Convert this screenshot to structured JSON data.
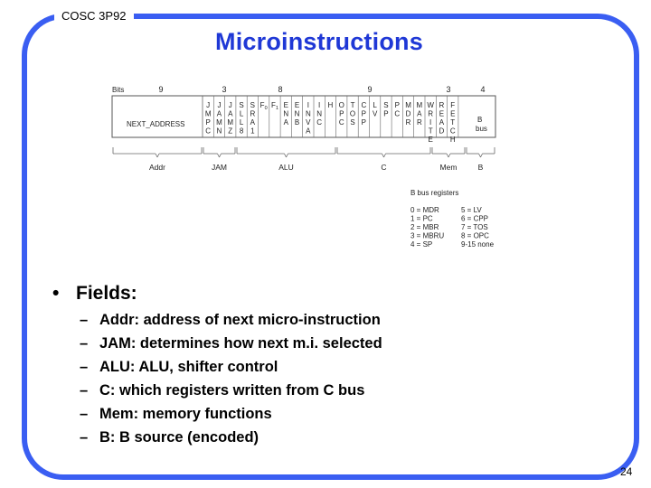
{
  "header": {
    "course": "COSC 3P92",
    "title": "Microinstructions"
  },
  "figure": {
    "bits_label": "Bits",
    "widths": [
      {
        "label": "9"
      },
      {
        "label": "3"
      },
      {
        "label": "8"
      },
      {
        "label": "9"
      },
      {
        "label": "3"
      },
      {
        "label": "4"
      }
    ],
    "field_box_label": "NEXT_ADDRESS",
    "columns": [
      {
        "label": "J M P C"
      },
      {
        "label": "J A M N"
      },
      {
        "label": "J A M Z"
      },
      {
        "label": "S L L 8"
      },
      {
        "label": "S R A 1"
      },
      {
        "label": "F0"
      },
      {
        "label": "F1"
      },
      {
        "label": "E N A"
      },
      {
        "label": "E N B"
      },
      {
        "label": "I N V A"
      },
      {
        "label": "I N C"
      },
      {
        "label": "H"
      },
      {
        "label": "O P C"
      },
      {
        "label": "T O S"
      },
      {
        "label": "C P P"
      },
      {
        "label": "L V"
      },
      {
        "label": "S P"
      },
      {
        "label": "P C"
      },
      {
        "label": "M D R"
      },
      {
        "label": "M A R"
      },
      {
        "label": "W R I T E"
      },
      {
        "label": "R E A D"
      },
      {
        "label": "F E T C H"
      }
    ],
    "b_box_label": "B bus",
    "groups": [
      {
        "label": "Addr"
      },
      {
        "label": "JAM"
      },
      {
        "label": "ALU"
      },
      {
        "label": "C"
      },
      {
        "label": "Mem"
      },
      {
        "label": "B"
      }
    ],
    "bbus_title": "B bus registers",
    "bbus_left": [
      "0 = MDR",
      "1 = PC",
      "2 = MBR",
      "3 = MBRU",
      "4 = SP"
    ],
    "bbus_right": [
      "5 = LV",
      "6 = CPP",
      "7 = TOS",
      "8 = OPC",
      "9-15 none"
    ]
  },
  "bullets": {
    "main": "Fields:",
    "items": [
      "Addr: address of next micro-instruction",
      "JAM: determines how next m.i. selected",
      "ALU: ALU, shifter control",
      "C: which registers written from C bus",
      "Mem: memory functions",
      "B: B source (encoded)"
    ]
  },
  "page_number": "24",
  "colors": {
    "frame": "#3a5ef2",
    "title": "#1f38d6"
  }
}
